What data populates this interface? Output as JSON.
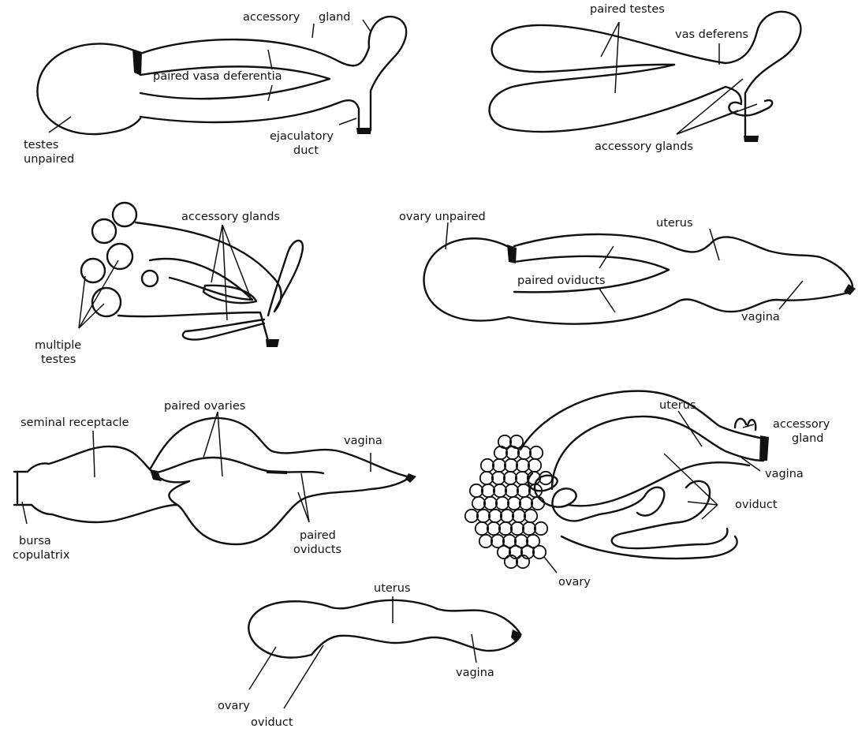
{
  "panels": {
    "male_unpaired_testes": {
      "accessory": "accessory",
      "gland": "gland",
      "paired_vasa_deferentia": "paired vasa deferentia",
      "testes_line1": "testes",
      "testes_line2": "unpaired",
      "ejaculatory_line1": "ejaculatory",
      "ejaculatory_line2": "duct"
    },
    "male_paired_testes": {
      "paired_testes": "paired testes",
      "vas_deferens": "vas deferens",
      "accessory_glands": "accessory glands"
    },
    "male_multiple_testes": {
      "accessory_glands": "accessory glands",
      "multiple_line1": "multiple",
      "multiple_line2": "testes"
    },
    "female_unpaired_ovary": {
      "ovary_unpaired": "ovary unpaired",
      "uterus": "uterus",
      "paired_oviducts": "paired oviducts",
      "vagina": "vagina"
    },
    "female_paired_ovaries": {
      "seminal_receptacle": "seminal receptacle",
      "paired_ovaries": "paired ovaries",
      "vagina": "vagina",
      "bursa_line1": "bursa",
      "bursa_line2": "copulatrix",
      "paired_line1": "paired",
      "paired_line2": "oviducts"
    },
    "female_coiled_oviduct": {
      "uterus": "uterus",
      "accessory_line1": "accessory",
      "accessory_line2": "gland",
      "vagina": "vagina",
      "oviduct": "oviduct",
      "ovary": "ovary"
    },
    "female_simple": {
      "uterus": "uterus",
      "vagina": "vagina",
      "ovary": "ovary",
      "oviduct": "oviduct"
    }
  }
}
